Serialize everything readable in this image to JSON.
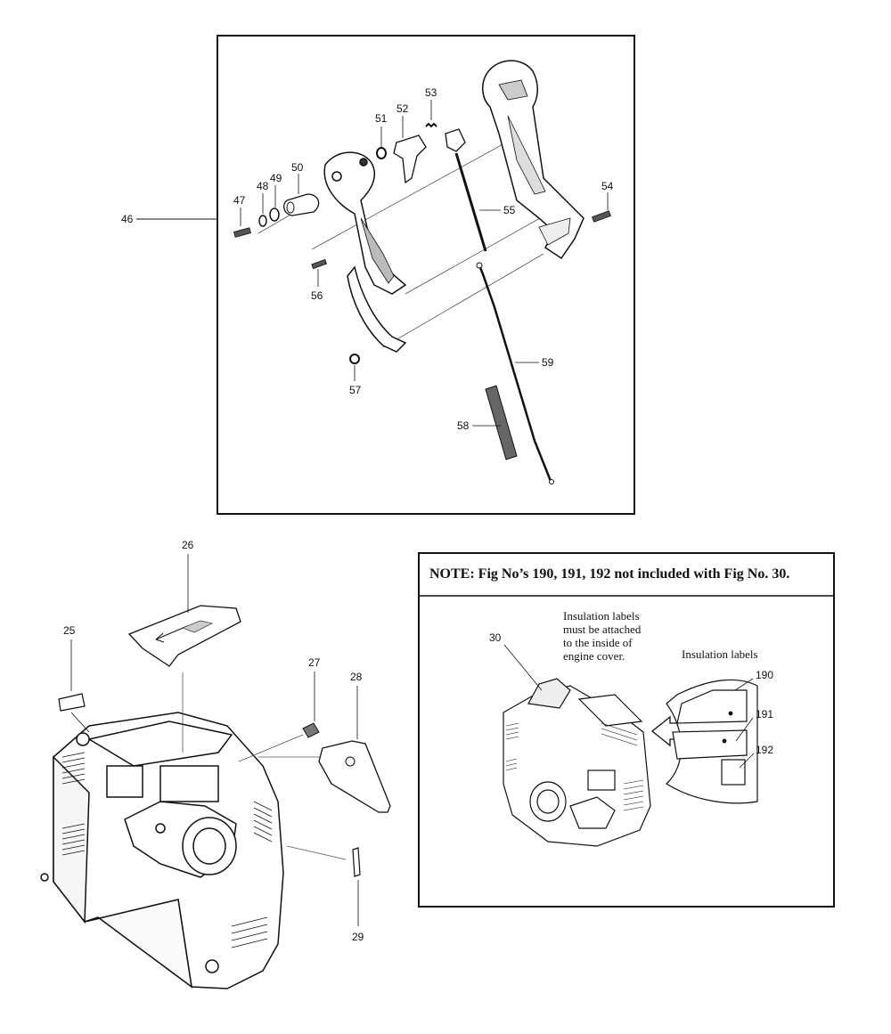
{
  "upper_group": {
    "frame_callout": "46",
    "callouts": {
      "c47": "47",
      "c48": "48",
      "c49": "49",
      "c50": "50",
      "c51": "51",
      "c52": "52",
      "c53": "53",
      "c54": "54",
      "c55": "55",
      "c56": "56",
      "c57": "57",
      "c58": "58",
      "c59": "59"
    }
  },
  "lower_group": {
    "callouts": {
      "c25": "25",
      "c26": "26",
      "c27": "27",
      "c28": "28",
      "c29": "29"
    }
  },
  "note_box": {
    "heading": "NOTE: Fig No’s 190, 191, 192 not included with Fig No. 30.",
    "instruction_lines": [
      "Insulation labels",
      "must be attached",
      "to the inside of",
      "engine cover."
    ],
    "labels_title": "Insulation labels",
    "callouts": {
      "c30": "30",
      "c190": "190",
      "c191": "191",
      "c192": "192"
    }
  }
}
